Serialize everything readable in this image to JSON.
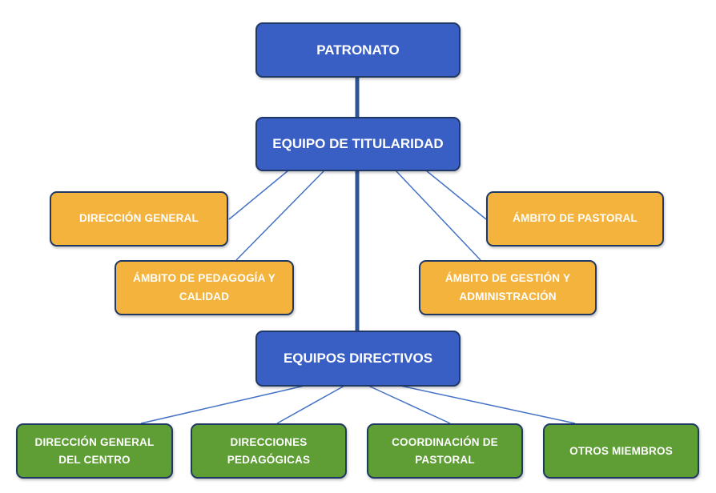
{
  "diagram": {
    "top": {
      "label": "PATRONATO"
    },
    "titularidad": {
      "label": "EQUIPO DE TITULARIDAD"
    },
    "ambitos": {
      "direccion_general": "DIRECCIÓN  GENERAL",
      "pedagogia": "ÁMBITO DE PEDAGOGÍA Y\nCALIDAD",
      "pastoral": "ÁMBITO DE PASTORAL",
      "gestion": "ÁMBITO DE GESTIÓN Y\nADMINISTRACIÓN"
    },
    "directivos": {
      "label": "EQUIPOS DIRECTIVOS"
    },
    "miembros": {
      "direccion_centro": "DIRECCIÓN  GENERAL\nDEL CENTRO",
      "pedagogicas": "DIRECCIONES\nPEDAGÓGICAS",
      "coordinacion": "COORDINACIÓN  DE\nPASTORAL",
      "otros": "OTROS MIEMBROS"
    },
    "colors": {
      "blue_fill": "#3a5fc4",
      "orange_fill": "#f4b33c",
      "green_fill": "#5f9e35",
      "border": "#1f3864",
      "connector": "#4472c4"
    }
  }
}
